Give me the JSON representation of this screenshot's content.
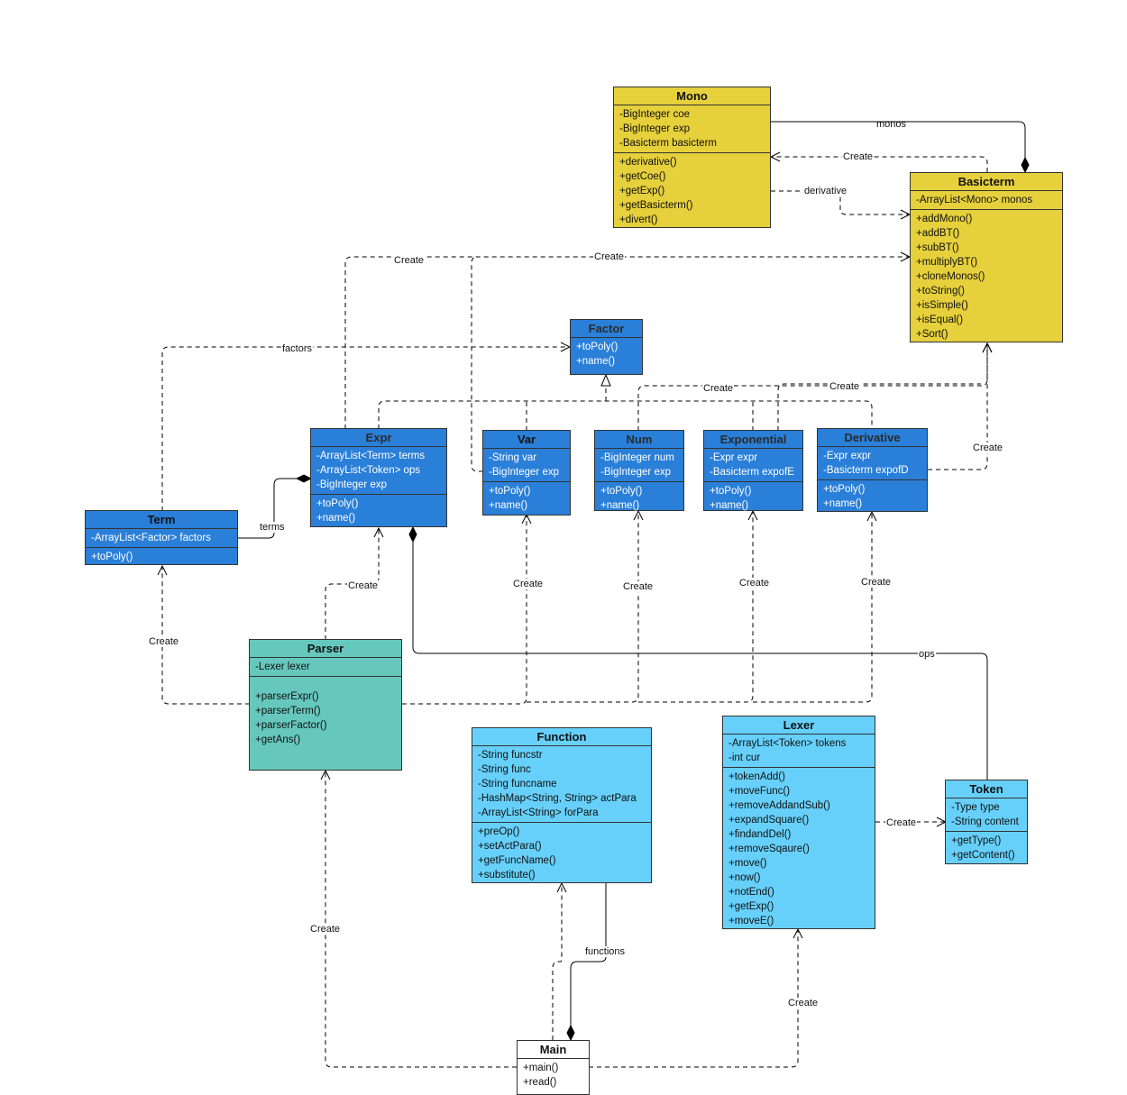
{
  "classes": {
    "mono": {
      "name": "Mono",
      "attrs": [
        "-BigInteger coe",
        "-BigInteger exp",
        "-Basicterm basicterm"
      ],
      "methods": [
        "+derivative()",
        "+getCoe()",
        "+getExp()",
        "+getBasicterm()",
        "+divert()"
      ]
    },
    "basicterm": {
      "name": "Basicterm",
      "attrs": [
        "-ArrayList<Mono> monos"
      ],
      "methods": [
        "+addMono()",
        "+addBT()",
        "+subBT()",
        "+multiplyBT()",
        "+cloneMonos()",
        "+toString()",
        "+isSimple()",
        "+isEqual()",
        "+Sort()"
      ]
    },
    "factor": {
      "name": "Factor",
      "methods": [
        "+toPoly()",
        "+name()"
      ]
    },
    "expr": {
      "name": "Expr",
      "attrs": [
        "-ArrayList<Term> terms",
        "-ArrayList<Token> ops",
        "-BigInteger exp"
      ],
      "methods": [
        "+toPoly()",
        "+name()"
      ]
    },
    "var": {
      "name": "Var",
      "attrs": [
        "-String var",
        "-BigInteger exp"
      ],
      "methods": [
        "+toPoly()",
        "+name()"
      ]
    },
    "num": {
      "name": "Num",
      "attrs": [
        "-BigInteger num",
        "-BigInteger exp"
      ],
      "methods": [
        "+toPoly()",
        "+name()"
      ]
    },
    "exponential": {
      "name": "Exponential",
      "attrs": [
        "-Expr expr",
        "-Basicterm expofE"
      ],
      "methods": [
        "+toPoly()",
        "+name()"
      ]
    },
    "derivative": {
      "name": "Derivative",
      "attrs": [
        "-Expr expr",
        "-Basicterm expofD"
      ],
      "methods": [
        "+toPoly()",
        "+name()"
      ]
    },
    "term": {
      "name": "Term",
      "attrs": [
        "-ArrayList<Factor> factors"
      ],
      "methods": [
        "+toPoly()"
      ]
    },
    "parser": {
      "name": "Parser",
      "attrs": [
        "-Lexer lexer"
      ],
      "methods": [
        "+parserExpr()",
        "+parserTerm()",
        "+parserFactor()",
        "+getAns()"
      ]
    },
    "function": {
      "name": "Function",
      "attrs": [
        "-String funcstr",
        "-String func",
        "-String funcname",
        "-HashMap<String, String> actPara",
        "-ArrayList<String> forPara"
      ],
      "methods": [
        "+preOp()",
        "+setActPara()",
        "+getFuncName()",
        "+substitute()"
      ]
    },
    "lexer": {
      "name": "Lexer",
      "attrs": [
        "-ArrayList<Token> tokens",
        "-int cur"
      ],
      "methods": [
        "+tokenAdd()",
        "+moveFunc()",
        "+removeAddandSub()",
        "+expandSquare()",
        "+findandDel()",
        "+removeSqaure()",
        "+move()",
        "+now()",
        "+notEnd()",
        "+getExp()",
        "+moveE()"
      ]
    },
    "token": {
      "name": "Token",
      "attrs": [
        "-Type type",
        "-String content"
      ],
      "methods": [
        "+getType()",
        "+getContent()"
      ]
    },
    "main": {
      "name": "Main",
      "methods": [
        "+main()",
        "+read()"
      ]
    }
  },
  "labels": {
    "monos": "monos",
    "create": "Create",
    "derivative": "derivative",
    "factors": "factors",
    "terms": "terms",
    "ops": "ops",
    "create_lower": "create",
    "functions": "functions"
  },
  "colors": {
    "yellow": "#e6d03c",
    "blue": "#2a7fd8",
    "teal": "#66c8bd",
    "light_blue": "#66d0fa",
    "line": "#000000"
  }
}
